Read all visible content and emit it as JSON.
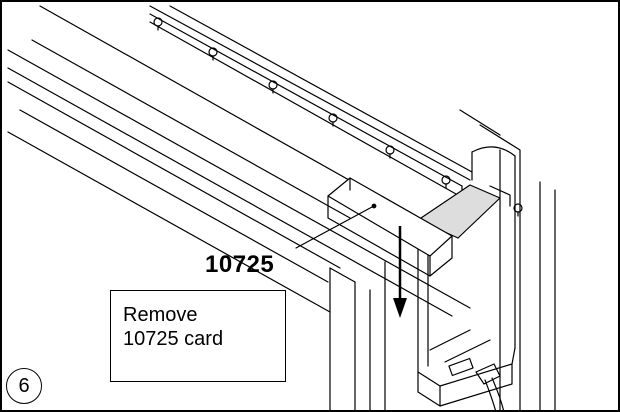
{
  "diagram": {
    "part_number": "10725",
    "instruction_lines": [
      "Remove",
      "10725 card"
    ],
    "step_number": "6",
    "colors": {
      "line": "#000000",
      "background": "#ffffff",
      "bracket_fill": "#dddddd"
    },
    "icons": [
      "down-arrow-icon",
      "curtain-rail",
      "motor-unit",
      "window-frame",
      "card-block"
    ]
  }
}
